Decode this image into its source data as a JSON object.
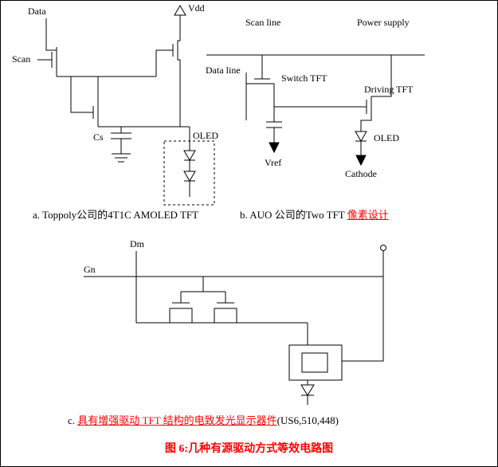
{
  "figure_a": {
    "labels": {
      "data": "Data",
      "scan": "Scan",
      "vdd": "Vdd",
      "cs": "Cs",
      "oled": "OLED"
    },
    "caption": "a. Toppoly公司的4T1C AMOLED TFT"
  },
  "figure_b": {
    "labels": {
      "scan_line": "Scan line",
      "power_supply": "Power supply",
      "data_line": "Data line",
      "switch_tft": "Switch TFT",
      "driving_tft": "Driving TFT",
      "oled": "OLED",
      "vref": "Vref",
      "cathode": "Cathode"
    },
    "caption_prefix": "b. AUO 公司的Two TFT ",
    "caption_highlight": "像素设计"
  },
  "figure_c": {
    "labels": {
      "dm": "Dm",
      "gn": "Gn"
    },
    "caption_prefix": "c. ",
    "caption_highlight": "具有增强驱动 TFT 结构的电致发光显示器件",
    "caption_suffix": "(US6,510,448)"
  },
  "title": "图 6:几种有源驱动方式等效电路图",
  "colors": {
    "highlight": "#ff0000",
    "line": "#000000"
  }
}
